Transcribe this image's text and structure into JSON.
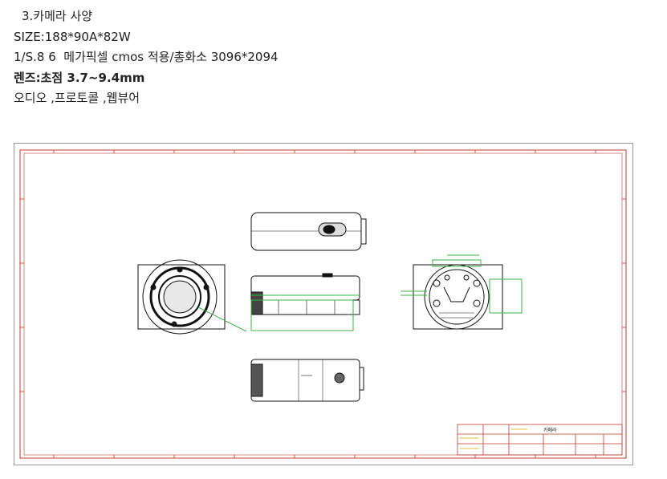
{
  "spec": {
    "heading": "3.카메라 사양",
    "size": "SIZE:188*90A*82W",
    "sensor": "1/S.8 6  메가픽셀 cmos 적용/총화소 3096*2094",
    "lens": "렌즈:초점 3.7~9.4mm",
    "features": "오디오 ,프로토콜 ,웹뷰어"
  },
  "drawing": {
    "title_block_label": "카메라"
  },
  "colors": {
    "border_red": "#c0392b",
    "line_green": "#3cb043",
    "line_black": "#111111"
  }
}
